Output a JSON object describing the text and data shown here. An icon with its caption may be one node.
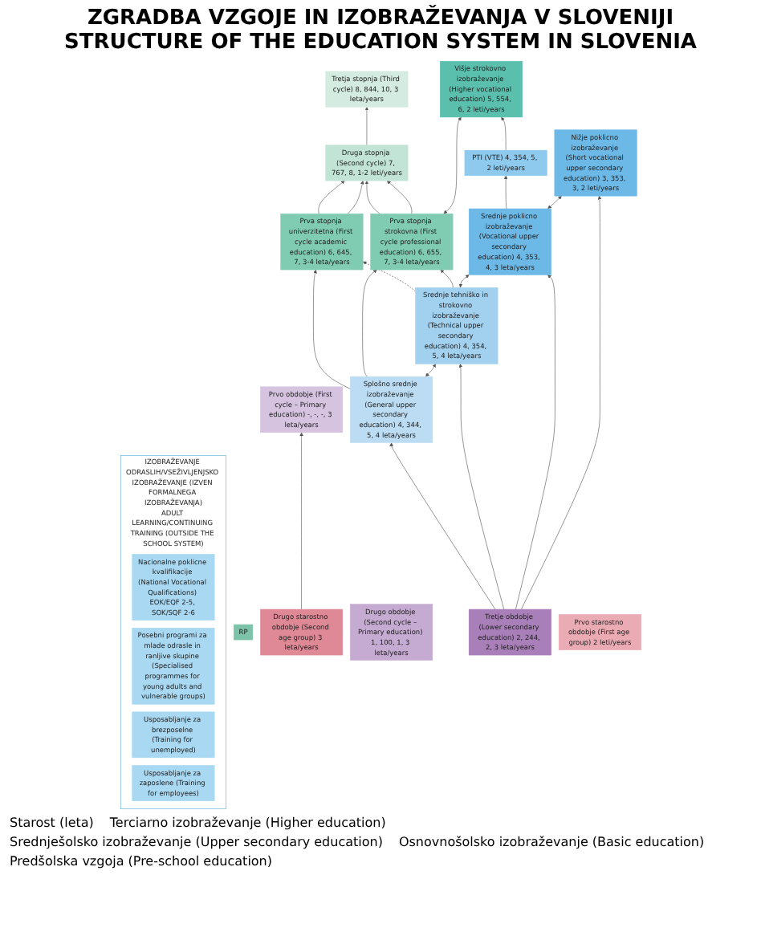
{
  "diagram": {
    "title": "ZGRADBA VZGOJE IN IZOBRAŽEVANJA V SLOVENIJI STRUCTURE OF THE EDUCATION SYSTEM IN SLOVENIA",
    "nodes": [
      {
        "text": [
          "Tretja stopnja (Third cycle) 8, 844, 10, 3 leta/years"
        ]
      },
      {
        "text": [
          "Druga stopnja (Second cycle) 7, 767, 8, 1-2 leti/years"
        ]
      },
      {
        "text": [
          "RP"
        ]
      },
      {
        "text": [
          "Prva stopnja univerzitetna (First cycle academic education) 6, 645, 7, 3-4 leta/years"
        ]
      },
      {
        "text": [
          "Prva stopnja strokovna (First cycle professional education) 6, 655, 7, 3-4 leta/years"
        ]
      },
      {
        "text": [
          "Višje strokovno izobraževanje (Higher vocational education) 5, 554, 6, 2 leti/years"
        ]
      },
      {
        "text": [
          "IZOBRAŽEVANJE ODRASLIH/VSEŽIVLJENJSKO IZOBRAŽEVANJE (IZVEN FORMALNEGA IZOBRAŽEVANJA)",
          "ADULT LEARNING/CONTINUING TRAINING (OUTSIDE THE SCHOOL SYSTEM)"
        ]
      },
      {
        "text": [
          "Nacionalne poklicne kvalifikacije (National Vocational Qualifications) EOK/EQF 2-5, SOK/SQF 2-6"
        ],
        "in": 6
      },
      {
        "text": [
          "Posebni programi za mlade odrasle in ranljive skupine (Specialised programmes for young adults and vulnerable groups)"
        ],
        "in": 6
      },
      {
        "text": [
          "Usposabljanje za brezposelne (Training for unemployed)"
        ],
        "in": 6
      },
      {
        "text": [
          "Usposabljanje za zaposlene (Training for employees)"
        ],
        "in": 6
      },
      {
        "text": [
          "PTI (VTE) 4, 354, 5, 2 leti/years"
        ]
      },
      {
        "text": [
          "Splošno srednje izobraževanje (General upper secondary education) 4, 344, 5, 4 leta/years"
        ]
      },
      {
        "text": [
          "Srednje tehniško in strokovno izobraževanje (Technical upper secondary education) 4, 354, 5, 4 leta/years"
        ]
      },
      {
        "text": [
          "Srednje poklicno izobraževanje (Vocational upper secondary education) 4, 353, 4, 3 leta/years"
        ]
      },
      {
        "text": [
          "Nižje poklicno izobraževanje (Short vocational upper secondary education) 3, 353, 3, 2 leti/years"
        ]
      },
      {
        "text": [
          "Tretje obdobje (Lower secondary education) 2, 244, 2, 3 leta/years"
        ]
      },
      {
        "text": [
          "Drugo obdobje (Second cycle – Primary education) 1, 100, 1, 3 leta/years"
        ]
      },
      {
        "text": [
          "Prvo obdobje (First cycle – Primary education) -, -, -, 3 leta/years"
        ]
      },
      {
        "text": [
          "Drugo starostno obdobje (Second age group) 3 leta/years"
        ]
      },
      {
        "text": [
          "Prvo starostno obdobje (First age group) 2 leti/years"
        ]
      }
    ],
    "edges": [
      {
        "from": 1,
        "to": 0,
        "arrow": "to"
      },
      {
        "from": 3,
        "to": 1,
        "arrow": "to"
      },
      {
        "from": 3,
        "to": 1,
        "arrow": "to"
      },
      {
        "from": 4,
        "to": 1,
        "arrow": "to"
      },
      {
        "from": 4,
        "to": 1,
        "arrow": "to"
      },
      {
        "from": 4,
        "to": 5,
        "arrow": "both"
      },
      {
        "from": 12,
        "to": 3,
        "arrow": "to"
      },
      {
        "from": 12,
        "to": 4,
        "arrow": "to"
      },
      {
        "from": 13,
        "to": 3,
        "arrow": "to",
        "style": "dashed"
      },
      {
        "from": 13,
        "to": 4,
        "arrow": "to"
      },
      {
        "from": 11,
        "to": 5,
        "arrow": "to"
      },
      {
        "from": 14,
        "to": 11,
        "arrow": "to"
      },
      {
        "from": 12,
        "to": 13,
        "arrow": "both"
      },
      {
        "from": 13,
        "to": 14,
        "arrow": "both"
      },
      {
        "from": 14,
        "to": 15,
        "arrow": "both"
      },
      {
        "from": 16,
        "to": 12,
        "arrow": "to"
      },
      {
        "from": 16,
        "to": 13,
        "arrow": "to"
      },
      {
        "from": 16,
        "to": 14,
        "arrow": "to"
      },
      {
        "from": 16,
        "to": 15,
        "arrow": "to"
      },
      {
        "from": 19,
        "to": 18,
        "arrow": "to"
      }
    ],
    "labels": [
      "Starost (leta)",
      "Terciarno izobraževanje (Higher education)",
      "Srednješolsko izobraževanje (Upper secondary education)",
      "Osnovnošolsko izobraževanje (Basic education)",
      "Predšolska vzgoja (Pre-school education)"
    ]
  }
}
